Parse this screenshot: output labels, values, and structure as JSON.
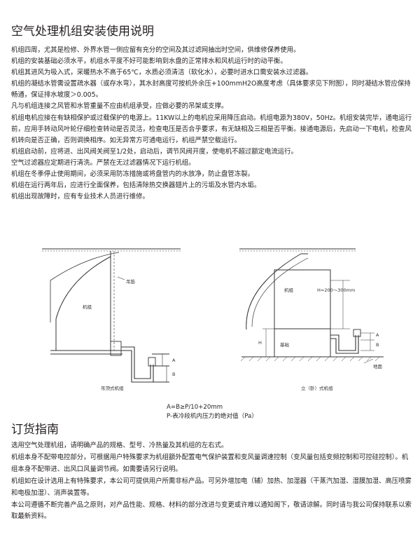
{
  "install": {
    "title": "空气处理机组安装使用说明",
    "paragraphs": [
      "机组四周，尤其是检修、外界水管一侧应留有充分的空间及其过滤网抽出时空间，供维修保养使用。",
      "机组的安装基础必须水平，机组水平度不好可能影响到水盘的正常排水和风机运行时的动平衡。",
      "机组其进风为吸入式，采暖热水不高于65℃，水质必须清洁（软化水），必要时进水口需安装水过滤器。",
      "机组的凝结水管需设置疏水器（或存水弯），其水封高度可按机外余压+100mmH2O高度考虑（具体要求见下附图），同时凝结水管应保持畅通，保证排水坡度＞0.005。",
      "凡与机组连接之风管和水管重量不应由机组承受，应做必要的吊架或支撑。",
      "机组电机应接在有缺相保护或过载保护的电源上。11KW以上的电机应采用降压启动。机组电源为380V，50Hz。机组安装完毕，通电运行前，应用手转动风叶轮仔细检查转动是否灵活，检查电压是否合乎要求，有无缺相及三相是否平衡。接通电源后，先启动一下电机，检查风机转向是否正确，否则调换相序。如无异常方可通电运行，机组严禁空载运行。",
      "机组启动前，应将进、出风阀关阀至1/2处，启动后，调节风阀开度，使电机不超过额定电流运行。",
      "空气过滤器应定期进行清洗。严禁在无过滤器情况下运行机组。",
      "机组在冬季停止使用期间，必须采用防冻措施或将盘管内的水放净，防止盘管冻裂。",
      "机组在运行两年后，应进行全面保养，包括清除热交换器翅片上的污垢及水管内水垢。",
      "机组出现故障时，应有专业技术人员进行维修。"
    ]
  },
  "diagram": {
    "left": {
      "hanger": "吊筋",
      "unit": "机组",
      "caption": "吊顶式机组",
      "dim_a": "A",
      "dim_b": "B"
    },
    "right": {
      "unit": "机组",
      "height_note": "H=200～300mm",
      "foundation": "基础",
      "h_label": "H",
      "floor": "地面",
      "caption": "立（卧）式机组",
      "dim_a": "A",
      "dim_b": "B"
    },
    "formula": "A=B≥P/10+20mm",
    "formula_note": "P-表冷段机内压力的绝对值（Pa）"
  },
  "order": {
    "title": "订货指南",
    "paragraphs": [
      "选用空气处理机组，请明确产品的规格、型号、冷热量及其机组的左右式。",
      "机组本身不配带电控部分，可根据用户特殊要求为机组额外配置电气保护装置和变风量调速控制（变风量包括变频控制和可控硅控制）。机组本身不配带进、出风口风量调节阀。如需要请另行说明。",
      "机组如在设计选用上有特殊要求，本公司可提供用户所需非标产品。可另外增加电（辅）加热、加湿器（干蒸汽加湿、湿膜加湿、高压喷雾和电极加湿）、消声装置等。",
      "本公司遵循不断完善产品之原则，对产品性能、规格、材料的部分改进与变更或许难以通知阁下，敬请谅解。同时请与我公司保持联系以索取最新资料。"
    ]
  }
}
